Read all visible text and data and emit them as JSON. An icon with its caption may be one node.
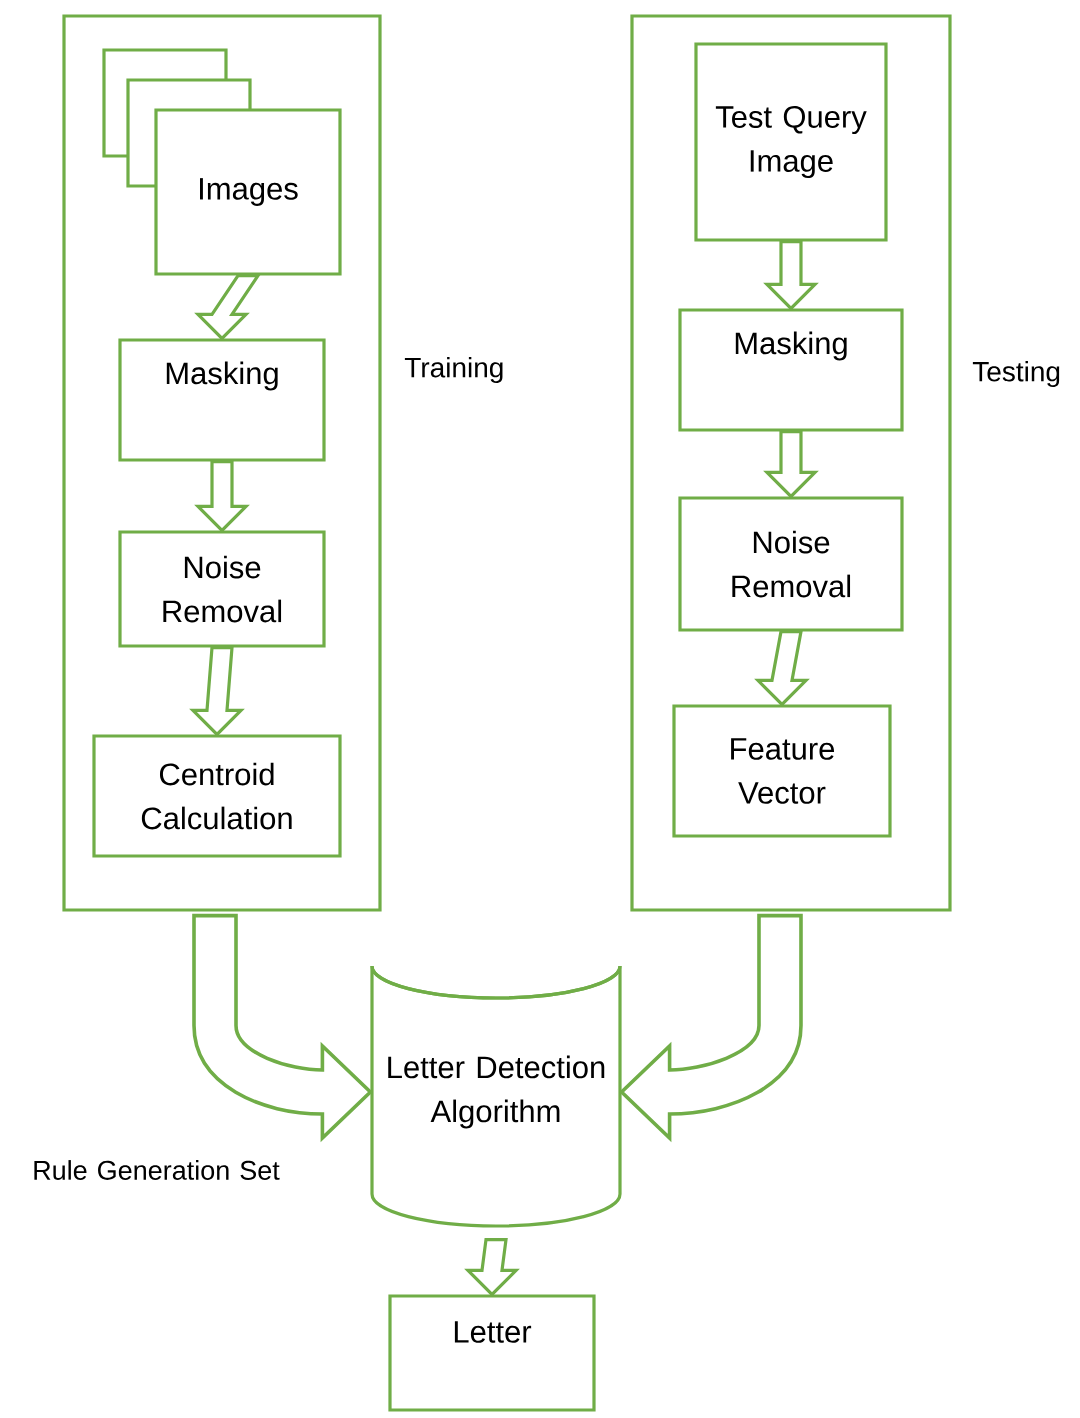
{
  "diagram": {
    "nodes": [
      {
        "text": [
          "Training"
        ]
      },
      {
        "text": [
          "Images"
        ],
        "in": 0
      },
      {
        "text": [
          "Masking"
        ],
        "in": 0
      },
      {
        "text": [
          "Noise Removal"
        ],
        "in": 0
      },
      {
        "text": [
          "Centroid Calculation"
        ],
        "in": 0
      },
      {
        "text": [
          "Testing"
        ]
      },
      {
        "text": [
          "Test Query Image"
        ],
        "in": 5
      },
      {
        "text": [
          "Masking"
        ],
        "in": 5
      },
      {
        "text": [
          "Noise Removal"
        ],
        "in": 5
      },
      {
        "text": [
          "Feature Vector"
        ],
        "in": 5
      },
      {
        "text": [
          "Letter Detection Algorithm"
        ]
      },
      {
        "text": [
          "Letter"
        ]
      }
    ],
    "edges": [
      {
        "from": 1,
        "to": 2,
        "arrow": "to"
      },
      {
        "from": 2,
        "to": 3,
        "arrow": "to"
      },
      {
        "from": 3,
        "to": 4,
        "arrow": "to"
      },
      {
        "from": 6,
        "to": 7,
        "arrow": "to"
      },
      {
        "from": 7,
        "to": 8,
        "arrow": "to"
      },
      {
        "from": 8,
        "to": 9,
        "arrow": "to"
      },
      {
        "from": 0,
        "to": 10,
        "arrow": "to",
        "style": "thick"
      },
      {
        "from": 5,
        "to": 10,
        "arrow": "to",
        "style": "thick"
      },
      {
        "from": 10,
        "to": 11,
        "arrow": "to"
      }
    ],
    "labels": [
      "Rule Generation Set"
    ]
  }
}
